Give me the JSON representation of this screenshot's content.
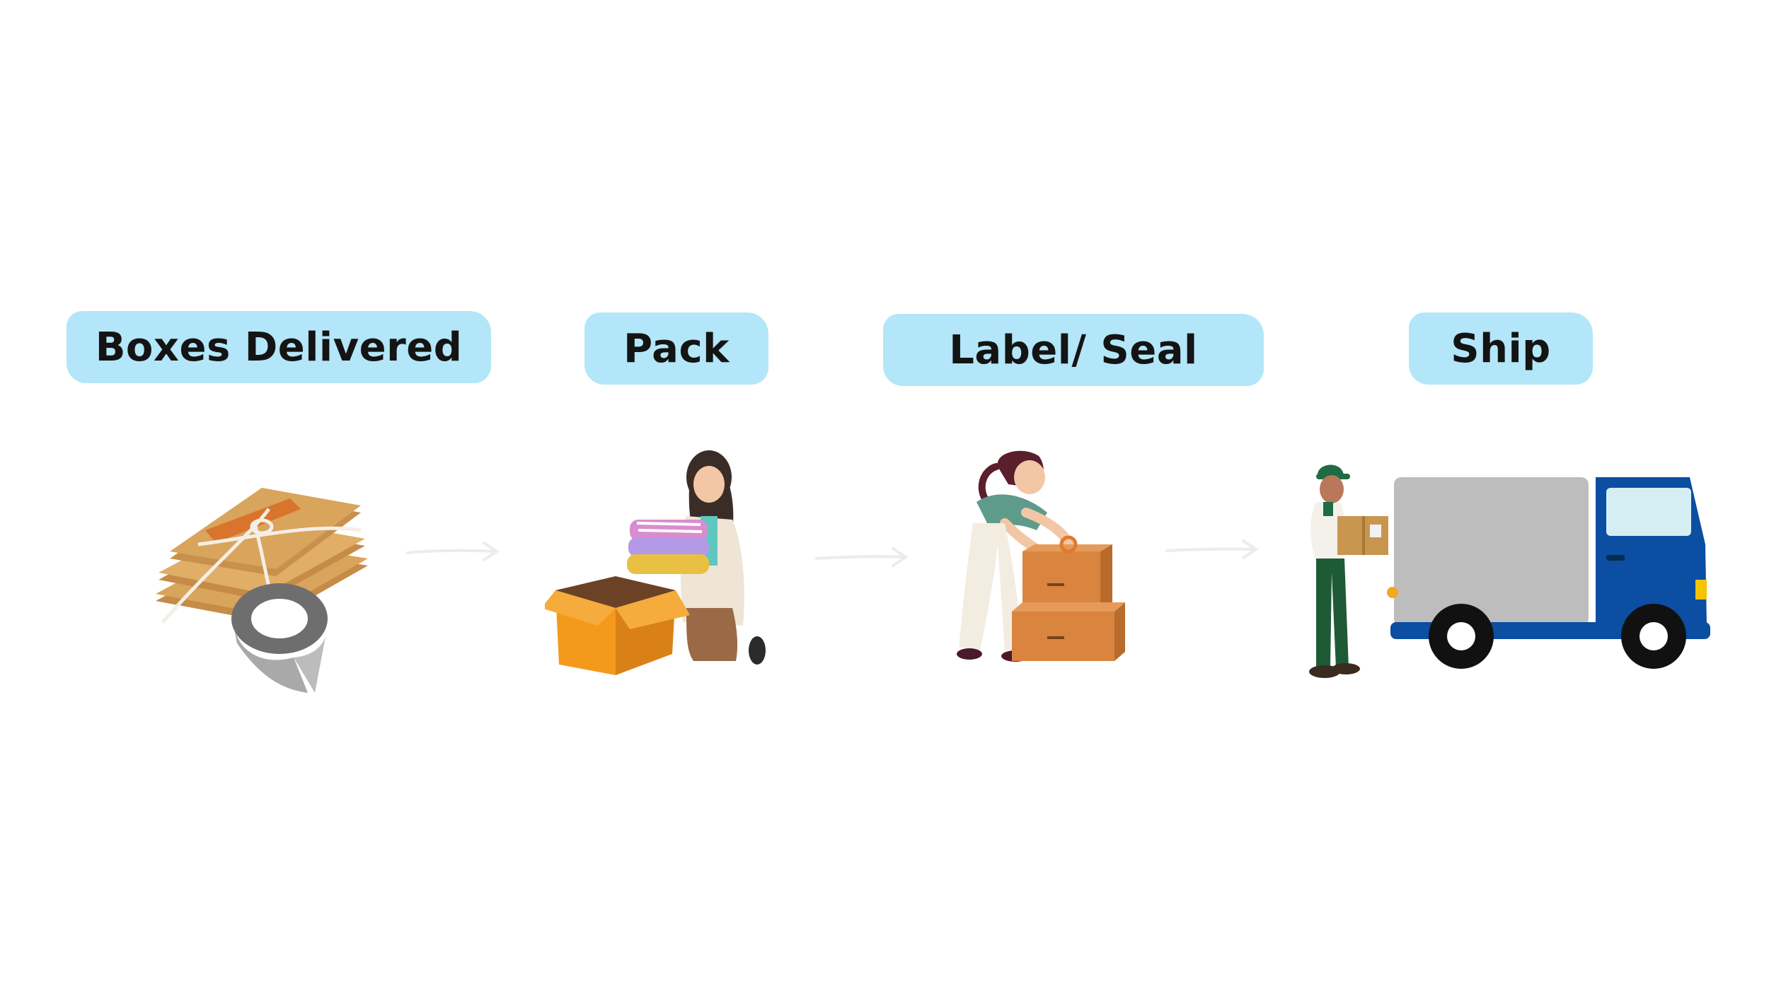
{
  "steps": [
    {
      "label": "Boxes Delivered",
      "icon": "flat-boxes-tape-icon"
    },
    {
      "label": "Pack",
      "icon": "woman-packing-box-icon"
    },
    {
      "label": "Label/ Seal",
      "icon": "woman-taping-box-icon"
    },
    {
      "label": "Ship",
      "icon": "courier-delivery-truck-icon"
    }
  ],
  "colors": {
    "pill_background": "#b3e6f8",
    "label_text": "#141414",
    "truck_blue": "#0b4ea2",
    "truck_cargo": "#bdbdbd",
    "box_orange": "#f39a1d",
    "cardboard": "#d9a45b"
  }
}
